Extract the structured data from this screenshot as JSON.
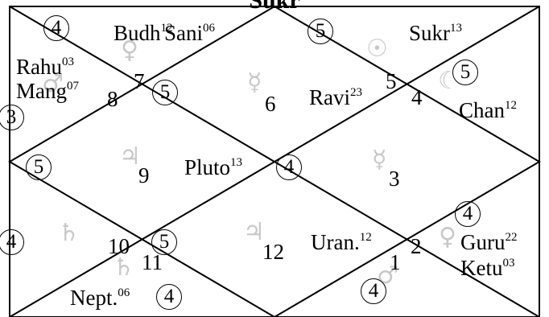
{
  "title": "Sukr",
  "planets": {
    "budh": {
      "name": "Budh",
      "deg": "12"
    },
    "sani": {
      "name": "Sani",
      "deg": "06"
    },
    "sukr": {
      "name": "Sukr",
      "deg": "13"
    },
    "rahu": {
      "name": "Rahu",
      "deg": "03"
    },
    "mang": {
      "name": "Mang",
      "deg": "07"
    },
    "ravi": {
      "name": "Ravi",
      "deg": "23"
    },
    "chan": {
      "name": "Chan",
      "deg": "12"
    },
    "pluto": {
      "name": "Pluto",
      "deg": "13"
    },
    "uran": {
      "name": "Uran.",
      "deg": "12"
    },
    "guru": {
      "name": "Guru",
      "deg": "22"
    },
    "ketu": {
      "name": "Ketu",
      "deg": "03"
    },
    "nept": {
      "name": "Nept.",
      "deg": "06"
    }
  },
  "house_numbers": {
    "h1": "1",
    "h2": "2",
    "h3": "3",
    "h4": "4",
    "h5": "5",
    "h6": "6",
    "h7": "7",
    "h8": "8",
    "h9": "9",
    "h10": "10",
    "h11": "11",
    "h12": "12"
  },
  "circled": {
    "c1": "4",
    "c2": "5",
    "c3": "5",
    "c4": "3",
    "c5": "5",
    "c6": "5",
    "c7": "4",
    "c8": "4",
    "c9": "5",
    "c10": "4",
    "c11": "4",
    "c12": "4"
  },
  "glyphs": {
    "venus": "♀",
    "sun": "☉",
    "mars": "♂",
    "moon": "☾",
    "mercury": "☿",
    "jupiter": "♃",
    "saturn": "♄"
  },
  "colors": {
    "line": "#000000",
    "glyph": "#c8c8c8"
  }
}
